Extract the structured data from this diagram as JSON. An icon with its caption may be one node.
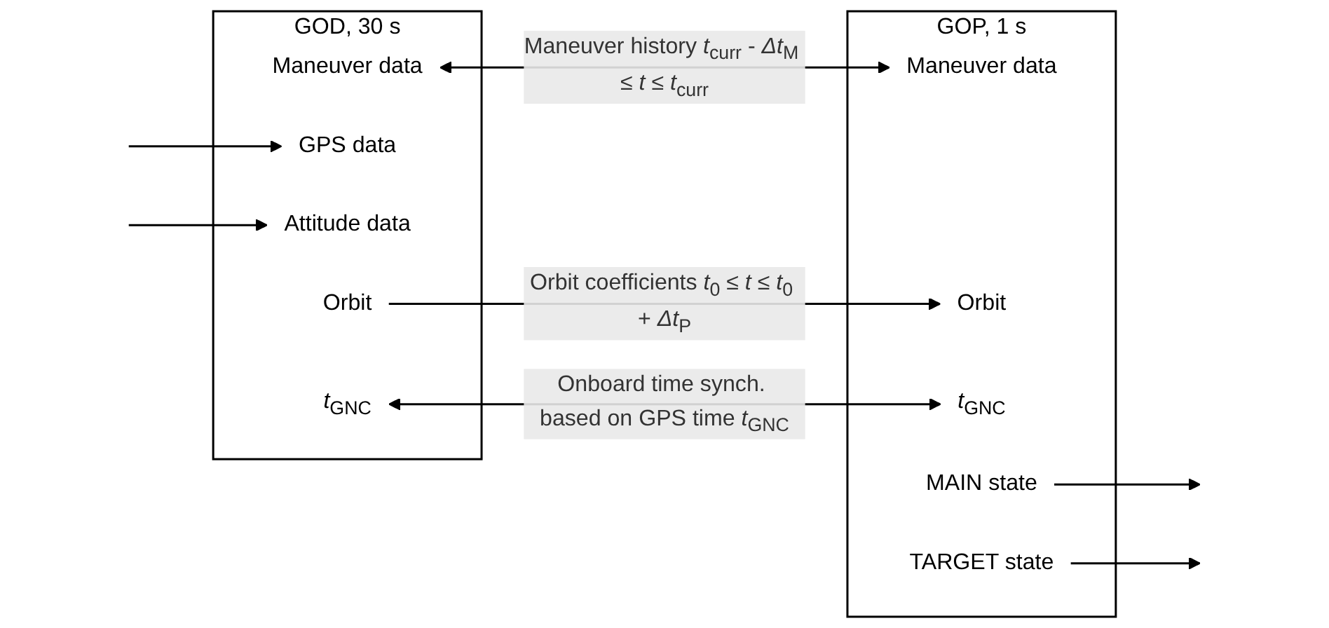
{
  "diagram": {
    "nodes": [
      {
        "text": [
          "GOD, 30 s"
        ]
      },
      {
        "text": [
          "Maneuver data"
        ],
        "in": 0
      },
      {
        "text": [
          "GPS data"
        ],
        "in": 0
      },
      {
        "text": [
          "Attitude data"
        ],
        "in": 0
      },
      {
        "text": [
          "*t*$_{GNC}$"
        ],
        "in": 0
      },
      {
        "text": [
          "Orbit"
        ],
        "in": 0
      },
      {
        "text": [
          "GOP, 1 s"
        ]
      },
      {
        "text": [
          "Maneuver data"
        ],
        "in": 6
      },
      {
        "text": [
          "Orbit"
        ],
        "in": 6
      },
      {
        "text": [
          "*t*$_{GNC}$"
        ],
        "in": 6
      },
      {
        "text": [
          "MAIN state"
        ],
        "in": 6
      },
      {
        "text": [
          "TARGET state"
        ],
        "in": 6
      }
    ],
    "edges": [
      {
        "from": 1,
        "to": 7,
        "arrow": "both",
        "label": "Maneuver history *t*$_{curr}$ - *Δt*$_{M}$ ≤ *t* ≤ *t*$_{curr}$"
      },
      {
        "from": null,
        "to": 2,
        "arrow": "to"
      },
      {
        "from": null,
        "to": 3,
        "arrow": "to"
      },
      {
        "from": 5,
        "to": 8,
        "arrow": "to",
        "label": "Orbit coefficients *t*$_{0}$ ≤ *t* ≤ *t*$_{0}$ + *Δt*$_{P}$"
      },
      {
        "from": 10,
        "to": null,
        "arrow": "to"
      },
      {
        "from": 11,
        "to": null,
        "arrow": "to"
      },
      {
        "from": 4,
        "to": 9,
        "arrow": "both",
        "label": "Onboard time synch. based on GPS time *t*$_{GNC}$"
      }
    ]
  }
}
